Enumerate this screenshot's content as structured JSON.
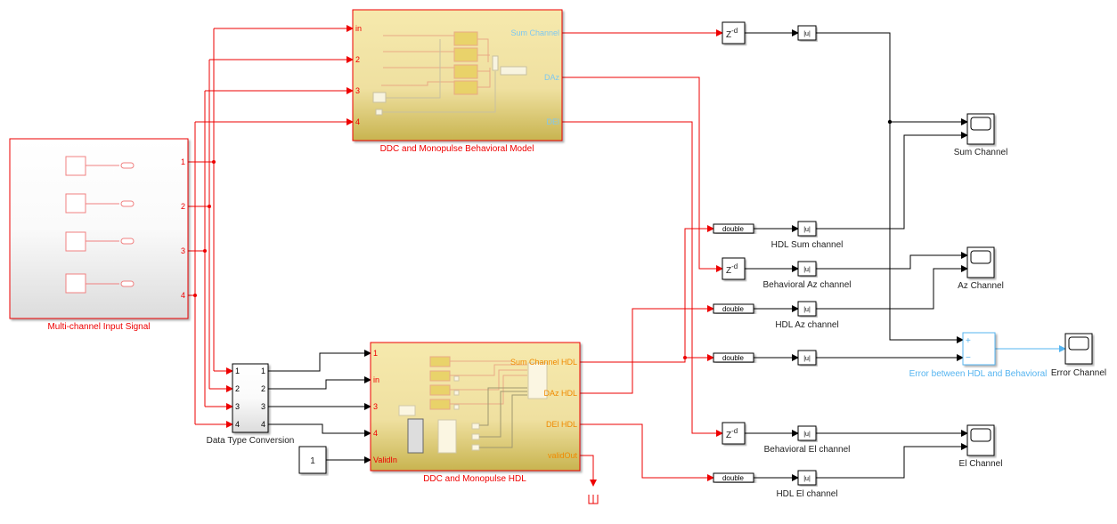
{
  "colors": {
    "signal_red": "#e00000",
    "signal_black": "#000000",
    "error_blue": "#55b4f0",
    "subsystem_yellow": "#f4e6a6",
    "hdl_label_orange": "#f08a00"
  },
  "input_block": {
    "label": "Multi-channel Input Signal",
    "ports": [
      "1",
      "2",
      "3",
      "4"
    ]
  },
  "behavioral": {
    "label": "DDC and Monopulse Behavioral Model",
    "inputs": [
      "in",
      "2",
      "3",
      "4"
    ],
    "outputs": [
      "Sum Channel",
      "DAz",
      "DEl"
    ]
  },
  "hdl": {
    "label": "DDC and Monopulse HDL",
    "inputs": [
      "1",
      "in",
      "3",
      "4",
      "ValidIn"
    ],
    "outputs": [
      "Sum Channel HDL",
      "DAz HDL",
      "DEl HDL",
      "validOut"
    ]
  },
  "dtc": {
    "label": "Data Type Conversion",
    "inputs": [
      "1",
      "2",
      "3",
      "4"
    ],
    "outputs": [
      "1",
      "2",
      "3",
      "4"
    ]
  },
  "constant": {
    "value": "1"
  },
  "delay": {
    "text": "Z",
    "exp": "-d"
  },
  "convert": {
    "text": "double"
  },
  "abs": {
    "text": "|u|"
  },
  "abs_labels": [
    "HDL Sum channel",
    "Behavioral Az channel",
    "HDL Az channel",
    "Behavioral El channel",
    "HDL El channel"
  ],
  "sum_block": {
    "label": "Error between HDL and Behavioral",
    "signs": [
      "+",
      "−"
    ]
  },
  "scopes": [
    "Sum Channel",
    "Az Channel",
    "El Channel",
    "Error Channel"
  ]
}
